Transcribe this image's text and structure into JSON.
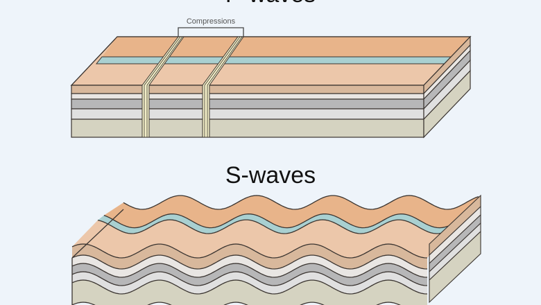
{
  "diagram": {
    "p_waves": {
      "title": "P-waves",
      "annotation": "Compressions"
    },
    "s_waves": {
      "title": "S-waves"
    }
  },
  "colors": {
    "background": "#eef4fa",
    "topsoil": "#e8b48a",
    "peach": "#ecc7aa",
    "water": "#a9d0d1",
    "brown": "#d8b89c",
    "light": "#e9e6e3",
    "grey": "#b7b7b8",
    "lightgrey": "#e0e0e0",
    "beige": "#d5d3c1",
    "outline": "#3a3430",
    "compression": "#f3efc8"
  }
}
